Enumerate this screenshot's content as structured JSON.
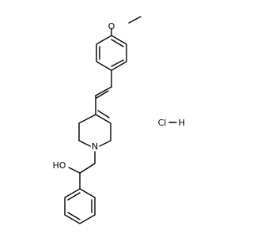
{
  "molecule": {
    "atom_labels": {
      "methoxy_oxygen": "O",
      "ring_nitrogen": "N",
      "hydroxyl": "HO",
      "hcl_chlorine": "Cl",
      "hcl_hydrogen": "H"
    },
    "colors": {
      "bond": "#000000",
      "text": "#000000",
      "background": "#ffffff"
    }
  }
}
